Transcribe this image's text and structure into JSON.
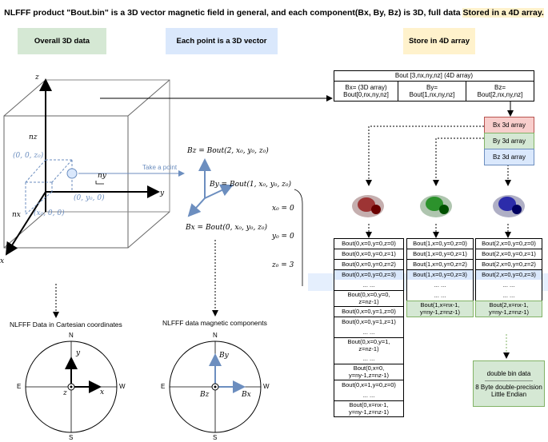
{
  "title": {
    "part1": "NLFFF product \"Bout.bin\" is a 3D vector magnetic field in general, and each component(Bx, By, Bz) is 3D, full data ",
    "part2": "Stored in a 4D array."
  },
  "headers": {
    "overall": "Overall 3D data",
    "vector": "Each point is a 3D vector",
    "store": "Store in  4D array"
  },
  "bout_table": {
    "title": "Bout [3,nx,ny,nz]   (4D array)",
    "bx_line1": "Bx=  (3D array)",
    "bx_line2": "Bout[0,nx,ny,nz]",
    "by_line1": "By=",
    "by_line2": "Bout[1,nx,ny,nz]",
    "bz_line1": "Bz=",
    "bz_line2": "Bout[2,nx,ny,nz]"
  },
  "arrays": {
    "bx": "Bx 3d array",
    "by": "By 3d array",
    "bz": "Bz 3d array"
  },
  "colors": {
    "bx_fill": "#f8cecc",
    "bx_border": "#b85450",
    "by_fill": "#d5e8d4",
    "by_border": "#82b366",
    "bz_fill": "#dae8fc",
    "bz_border": "#6c8ebf",
    "accent_blue": "#6c8ebf"
  },
  "cube": {
    "z": "z",
    "y": "y",
    "x": "x",
    "nz": "nz",
    "ny": "ny",
    "nx": "nx",
    "p_z": "(0, 0, z₀)",
    "p_y": "(0, y₀, 0)",
    "p_x": "(x₀, 0, 0)",
    "take_point": "Take a point"
  },
  "vector": {
    "bz": "Bz = Bout(2, x₀, y₀, z₀)",
    "by": "By = Bout(1, x₀, y₀, z₀)",
    "bx": "Bx = Bout(0, x₀, y₀, z₀)"
  },
  "indices": {
    "x0": "x₀ = 0",
    "y0": "y₀ = 0",
    "z0": "z₀ = 3"
  },
  "col0": [
    "Bout(0,x=0,y=0,z=0)",
    "Bout(0,x=0,y=0,z=1)",
    "Bout(0,x=0,y=0,z=2)",
    "Bout(0,x=0,y=0,z=3)",
    "... ...",
    "Bout(0,x=0,y=0,\nz=nz-1)",
    "Bout(0,x=0,y=1,z=0)",
    "Bout(0,x=0,y=1,z=1)",
    "... ...",
    "Bout(0,x=0,y=1,\nz=nz-1)",
    "... ...",
    "Bout(0,x=0,\ny=ny-1,z=nz-1)",
    "Bout(0,x=1,y=0,z=0)",
    "... ...",
    "Bout(0,x=nx-1,\ny=ny-1,z=nz-1)"
  ],
  "col1": [
    "Bout(1,x=0,y=0,z=0)",
    "Bout(1,x=0,y=0,z=1)",
    "Bout(1,x=0,y=0,z=2)",
    "Bout(1,x=0,y=0,z=3)",
    "... ...",
    "... ...",
    "Bout(1,x=nx-1,\ny=ny-1,z=nz-1)"
  ],
  "col2": [
    "Bout(2,x=0,y=0,z=0)",
    "Bout(2,x=0,y=0,z=1)",
    "Bout(2,x=0,y=0,z=2)",
    "Bout(2,x=0,y=0,z=3)",
    "... ...",
    "... ...",
    "Bout(2,x=nx-1,\ny=ny-1,z=nz-1)"
  ],
  "bin": {
    "title": "double bin data",
    "sep": "------------------------------",
    "desc": "8 Byte double-precision\nLittle Endian"
  },
  "compass1": {
    "caption": "NLFFF Data in Cartesian coordinates",
    "n": "N",
    "s": "S",
    "e": "E",
    "w": "W",
    "x": "x",
    "y": "y",
    "z": "z"
  },
  "compass2": {
    "caption": "NLFFF data magnetic components",
    "n": "N",
    "s": "S",
    "e": "E",
    "w": "W",
    "bx": "Bx",
    "by": "By",
    "bz": "Bz"
  }
}
